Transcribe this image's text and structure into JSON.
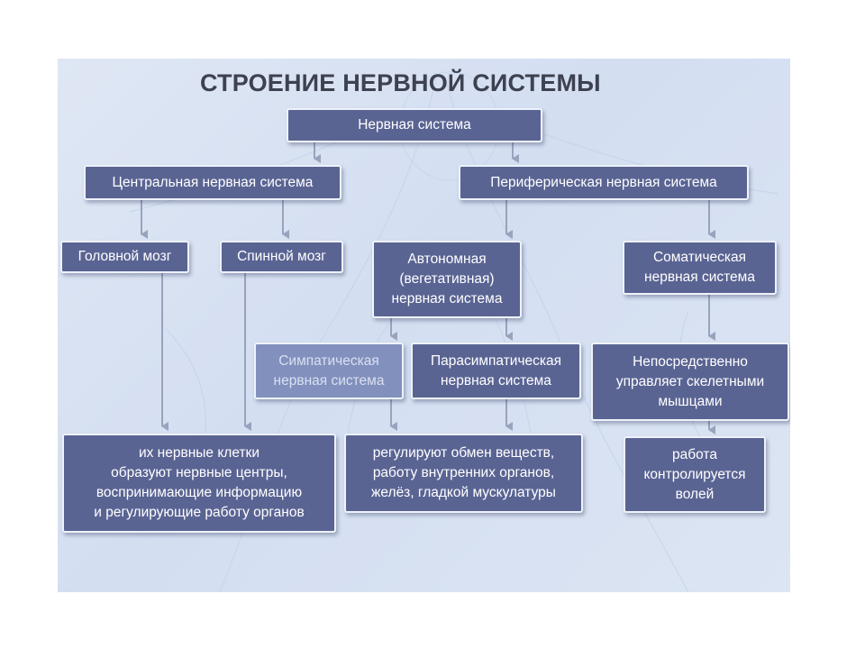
{
  "title": "СТРОЕНИЕ НЕРВНОЙ СИСТЕМЫ",
  "nodes": {
    "nervous_system": "Нервная система",
    "central": "Центральная нервная система",
    "peripheral": "Периферическая нервная система",
    "brain": "Головной мозг",
    "spinal_cord": "Спинной мозг",
    "autonomic": "Автономная\n(вегетативная)\nнервная система",
    "somatic": "Соматическая\nнервная система",
    "sympathetic": "Симпатическая\nнервная система",
    "parasympathetic": "Парасимпатическая\nнервная система",
    "direct_control": "Непосредственно\nуправляет скелетными\nмышцами",
    "cns_function": "их нервные клетки\nобразуют нервные центры,\nвоспринимающие информацию\nи регулирующие работу органов",
    "ans_function": "регулируют обмен веществ,\nработу внутренних органов,\nжелёз, гладкой мускулатуры",
    "sns_function": "работа\nконтролируется\nволей"
  },
  "colors": {
    "box_fill": "#5a6493",
    "box_fill_faded": "#8290be",
    "arrow": "#9aa3bd",
    "background": "#d8e2f2"
  }
}
